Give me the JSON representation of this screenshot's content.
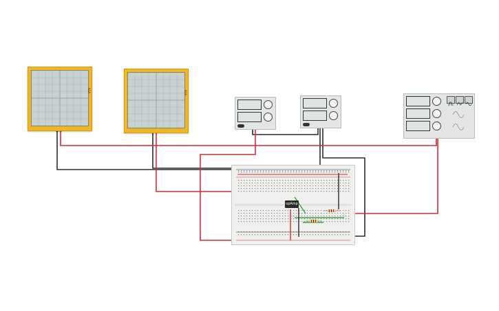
{
  "oscilloscope_1": {
    "side_label": "A2A"
  },
  "oscilloscope_2": {
    "side_label": "A2A"
  },
  "opamp": {
    "label": "opAmp"
  },
  "colors": {
    "wire_red": "#d62b2b",
    "wire_black": "#2b2b2b",
    "wire_green": "#3aa63a",
    "scope_body": "#f2b623",
    "screen": "#c9d2d2"
  }
}
